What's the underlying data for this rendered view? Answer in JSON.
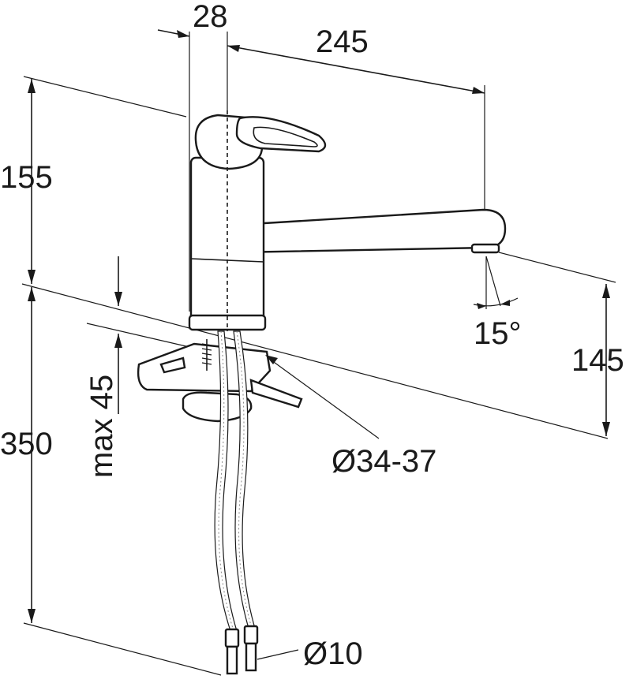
{
  "dimensions": {
    "top_width": "28",
    "spout_reach": "245",
    "height_above_deck": "155",
    "spout_height": "145",
    "deck_thickness": "max 45",
    "below_deck_length": "350",
    "swivel_angle": "15°",
    "hole_diameter": "Ø34-37",
    "hose_diameter": "Ø10"
  },
  "colors": {
    "line": "#1a1a1a",
    "background": "#ffffff",
    "braid": "#888888"
  }
}
